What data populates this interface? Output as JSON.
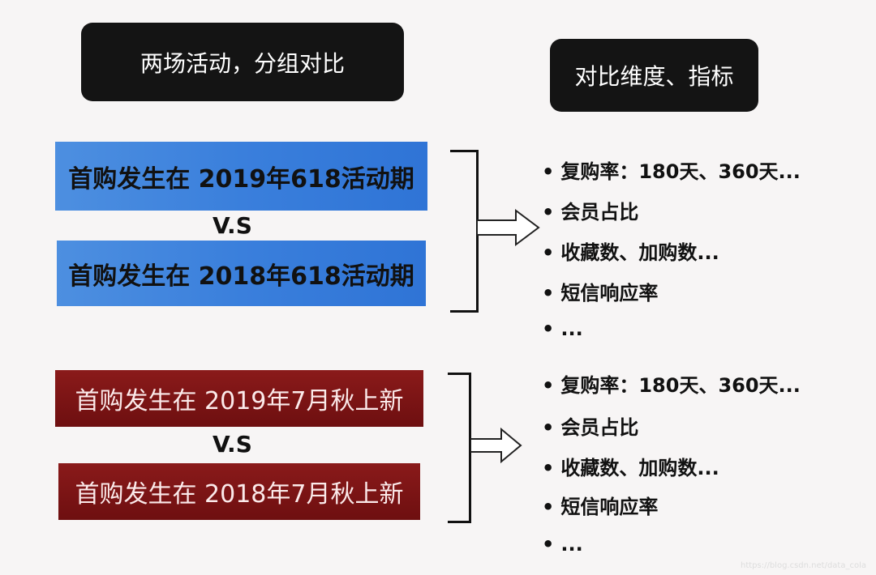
{
  "headers": {
    "groups": "两场活动，分组对比",
    "dimensions": "对比维度、指标"
  },
  "group1": {
    "a": "首购发生在 2019年618活动期",
    "vs": "V.S",
    "b": "首购发生在 2018年618活动期",
    "color": "#3a7fdc"
  },
  "group2": {
    "a": "首购发生在 2019年7月秋上新",
    "vs": "V.S",
    "b": "首购发生在 2018年7月秋上新",
    "color": "#7a1414"
  },
  "metrics1": [
    "复购率：180天、360天...",
    "会员占比",
    "收藏数、加购数...",
    "短信响应率",
    "..."
  ],
  "metrics2": [
    "复购率：180天、360天...",
    "会员占比",
    "收藏数、加购数...",
    "短信响应率",
    "..."
  ],
  "watermark": "https://blog.csdn.net/data_cola"
}
